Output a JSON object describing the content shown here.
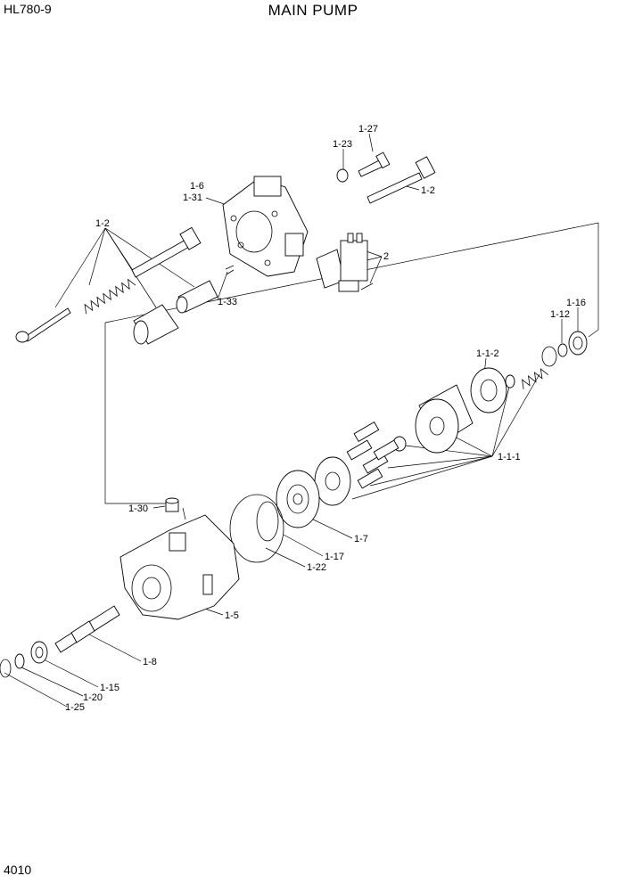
{
  "header": {
    "model": "HL780-9",
    "title": "MAIN PUMP"
  },
  "footer": {
    "page_number": "4010"
  },
  "callouts": {
    "c1_27": "1-27",
    "c1_23": "1-23",
    "c1_6": "1-6",
    "c1_31": "1-31",
    "c1_2_top": "1-2",
    "c1_2_left": "1-2",
    "c2": "2",
    "c1_33": "1-33",
    "c1_16": "1-16",
    "c1_12": "1-12",
    "c1_1_2": "1-1-2",
    "c1_1_1": "1-1-1",
    "c1_30": "1-30",
    "c1_7": "1-7",
    "c1_17": "1-17",
    "c1_22": "1-22",
    "c1_5": "1-5",
    "c1_8": "1-8",
    "c1_15": "1-15",
    "c1_20": "1-20",
    "c1_25": "1-25"
  }
}
